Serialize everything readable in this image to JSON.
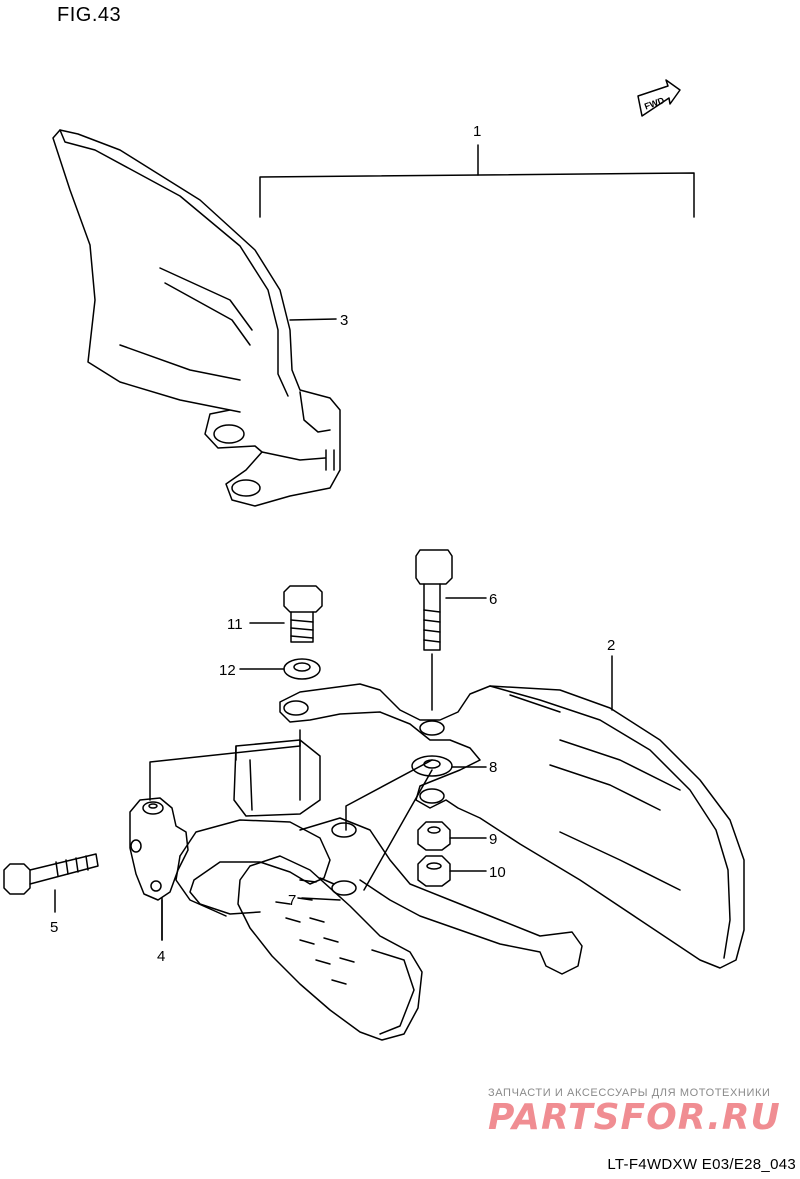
{
  "figure": {
    "title": "FIG.43",
    "fwd_label": "FWD"
  },
  "callouts": [
    "1",
    "2",
    "3",
    "4",
    "5",
    "6",
    "7",
    "8",
    "9",
    "10",
    "11",
    "12"
  ],
  "watermark": {
    "tagline": "ЗАПЧАСТИ И АКСЕССУАРЫ ДЛЯ МОТОТЕХНИКИ",
    "logo": "PARTSFOR.RU"
  },
  "footer": {
    "code": "LT-F4WDXW E03/E28_043"
  }
}
